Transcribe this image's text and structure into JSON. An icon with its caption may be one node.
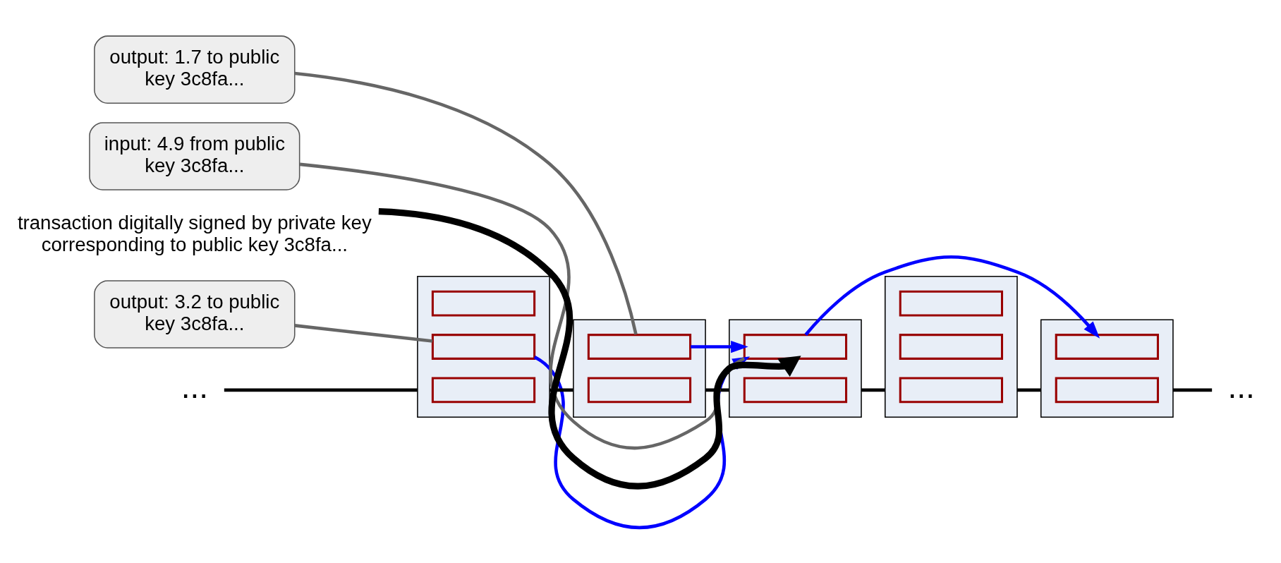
{
  "diagram": {
    "nodes": [
      {
        "text": [],
        "shape": "box"
      },
      {
        "text": [],
        "shape": "box",
        "in": 0
      },
      {
        "text": [],
        "shape": "box",
        "in": 0
      },
      {
        "text": [],
        "shape": "box",
        "in": 0
      },
      {
        "text": [],
        "shape": "box"
      },
      {
        "text": [],
        "shape": "box",
        "in": 4
      },
      {
        "text": [],
        "shape": "box",
        "in": 4
      },
      {
        "text": [],
        "shape": "box"
      },
      {
        "text": [],
        "shape": "box",
        "in": 7
      },
      {
        "text": [],
        "shape": "box",
        "in": 7
      },
      {
        "text": [],
        "shape": "box"
      },
      {
        "text": [],
        "shape": "box",
        "in": 10
      },
      {
        "text": [],
        "shape": "box",
        "in": 10
      },
      {
        "text": [],
        "shape": "box",
        "in": 10
      },
      {
        "text": [],
        "shape": "box"
      },
      {
        "text": [],
        "shape": "box",
        "in": 14
      },
      {
        "text": [],
        "shape": "box",
        "in": 14
      },
      {
        "text": [
          "output: 1.7 to public key 3c8fa..."
        ]
      },
      {
        "text": [
          "input: 4.9 from public key 3c8fa..."
        ]
      },
      {
        "text": [
          "output: 3.2 to public key 3c8fa..."
        ]
      },
      {
        "text": [
          "transaction digitally signed by private key corresponding to public key 3c8fa..."
        ]
      }
    ],
    "edges": [
      {
        "from": null,
        "to": 0,
        "arrow": "none"
      },
      {
        "from": 0,
        "to": 4,
        "arrow": "none"
      },
      {
        "from": 4,
        "to": 7,
        "arrow": "none"
      },
      {
        "from": 7,
        "to": 10,
        "arrow": "none"
      },
      {
        "from": 10,
        "to": 14,
        "arrow": "none"
      },
      {
        "from": 14,
        "to": null,
        "arrow": "none"
      },
      {
        "from": 5,
        "to": 8,
        "arrow": "to",
        "color": "#0000ff"
      },
      {
        "from": 2,
        "to": 8,
        "arrow": "to",
        "color": "#0000ff"
      },
      {
        "from": 8,
        "to": 15,
        "arrow": "to",
        "color": "#0000ff"
      },
      {
        "from": 17,
        "to": 5,
        "arrow": "none",
        "color": "#666666"
      },
      {
        "from": 18,
        "to": 8,
        "arrow": "none",
        "color": "#666666"
      },
      {
        "from": 19,
        "to": 2,
        "arrow": "none",
        "color": "#666666"
      },
      {
        "from": 20,
        "to": 8,
        "arrow": "to",
        "style": "thick"
      }
    ],
    "labels": [
      "...",
      "..."
    ]
  }
}
